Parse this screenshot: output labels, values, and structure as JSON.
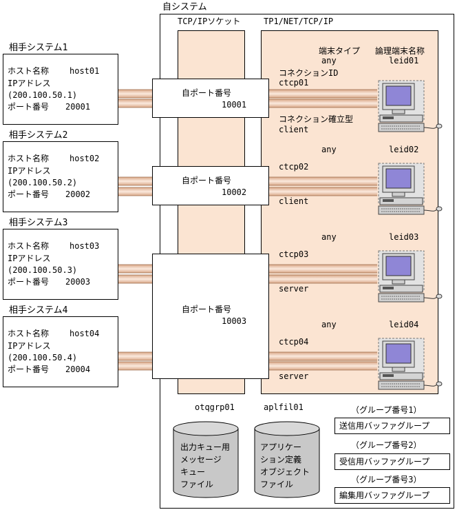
{
  "own_system": {
    "title": "自システム",
    "socket_label": "TCP/IPソケット",
    "net_label": "TP1/NET/TCP/IP",
    "otq_label": "otqgrp01",
    "apl_label": "aplfil01"
  },
  "headers": {
    "terminal_type": "端末タイプ",
    "logical_name": "論理端末名称",
    "connection_id": "コネクションID",
    "connection_type": "コネクション確立型"
  },
  "partners": [
    {
      "title": "相手システム1",
      "host_label": "ホスト名称",
      "host": "host01",
      "ip_label": "IPアドレス",
      "ip": "(200.100.50.1)",
      "port_label": "ポート番号",
      "port": "20001"
    },
    {
      "title": "相手システム2",
      "host_label": "ホスト名称",
      "host": "host02",
      "ip_label": "IPアドレス",
      "ip": "(200.100.50.2)",
      "port_label": "ポート番号",
      "port": "20002"
    },
    {
      "title": "相手システム3",
      "host_label": "ホスト名称",
      "host": "host03",
      "ip_label": "IPアドレス",
      "ip": "(200.100.50.3)",
      "port_label": "ポート番号",
      "port": "20003"
    },
    {
      "title": "相手システム4",
      "host_label": "ホスト名称",
      "host": "host04",
      "ip_label": "IPアドレス",
      "ip": "(200.100.50.4)",
      "port_label": "ポート番号",
      "port": "20004"
    }
  ],
  "own_ports": [
    {
      "label": "自ポート番号",
      "number": "10001"
    },
    {
      "label": "自ポート番号",
      "number": "10002"
    },
    {
      "label": "自ポート番号",
      "number": "10003"
    }
  ],
  "connections": [
    {
      "type": "any",
      "cid": "ctcp01",
      "mode": "client",
      "leid": "leid01"
    },
    {
      "type": "any",
      "cid": "ctcp02",
      "mode": "client",
      "leid": "leid02"
    },
    {
      "type": "any",
      "cid": "ctcp03",
      "mode": "server",
      "leid": "leid03"
    },
    {
      "type": "any",
      "cid": "ctcp04",
      "mode": "server",
      "leid": "leid04"
    }
  ],
  "files": [
    {
      "lines": [
        "出力キュー用",
        "メッセージ",
        "キュー",
        "ファイル"
      ]
    },
    {
      "lines": [
        "アプリケー",
        "ション定義",
        "オブジェクト",
        "ファイル"
      ]
    }
  ],
  "buffer_groups": [
    {
      "group": "（グループ番号1）",
      "name": "送信用バッファグループ"
    },
    {
      "group": "（グループ番号2）",
      "name": "受信用バッファグループ"
    },
    {
      "group": "（グループ番号3）",
      "name": "編集用バッファグループ"
    }
  ]
}
